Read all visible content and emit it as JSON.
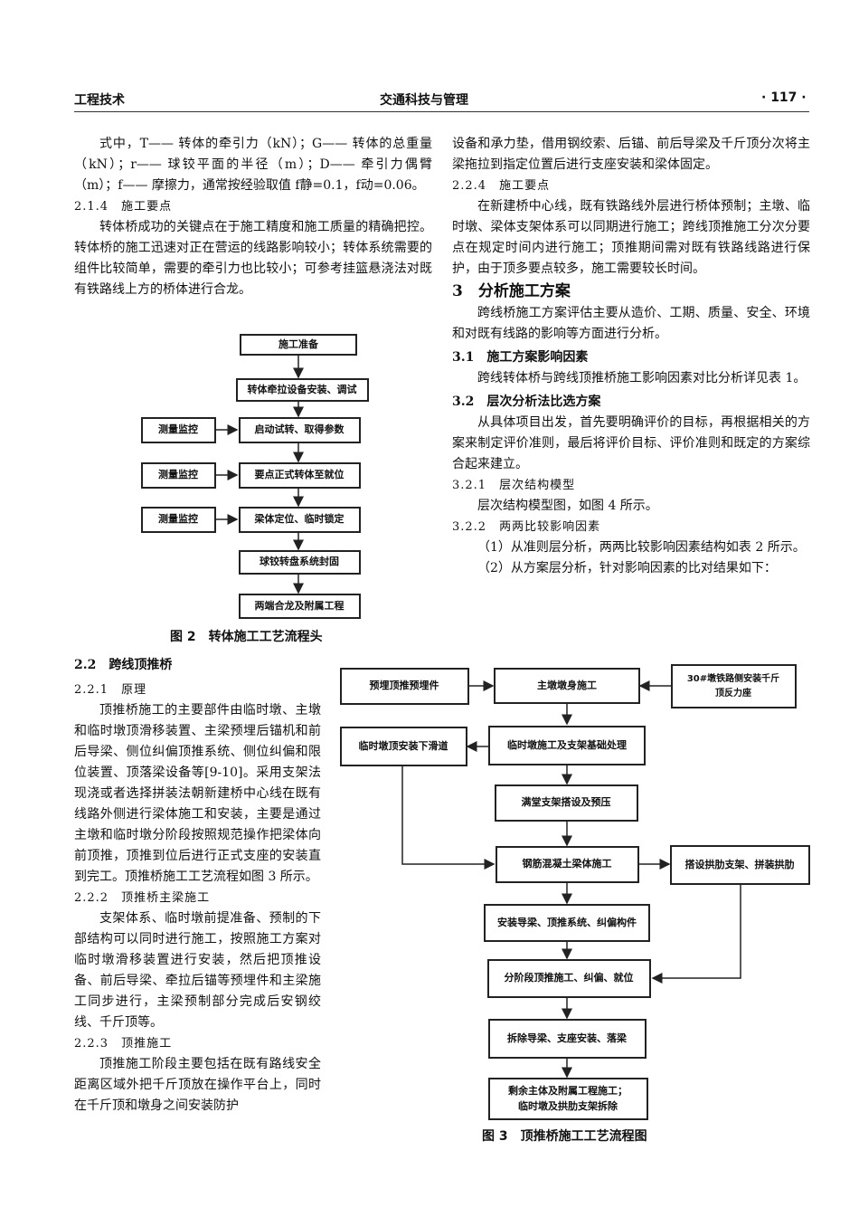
{
  "header": {
    "left": "工程技术",
    "center": "交通科技与管理",
    "right": "· 117 ·"
  },
  "left_col": {
    "p1": "式中，T—— 转体的牵引力（kN）；G—— 转体的总重量（kN）；r—— 球铰平面的半径（m）；D—— 牵引力偶臂（m）；f—— 摩擦力，通常按经验取值 f静=0.1，f动=0.06。",
    "h_214": "2.1.4　施工要点",
    "p2": "转体桥成功的关键点在于施工精度和施工质量的精确把控。转体桥的施工迅速对正在营运的线路影响较小；转体系统需要的组件比较简单，需要的牵引力也比较小；可参考挂篮悬浇法对既有铁路线上方的桥体进行合龙。",
    "fig2_caption": "图 2　转体施工工艺流程头",
    "h_22": "2.2　跨线顶推桥",
    "h_221": "2.2.1　原理",
    "p3": "顶推桥施工的主要部件由临时墩、主墩和临时墩顶滑移装置、主梁预埋后锚机和前后导梁、侧位纠偏顶推系统、侧位纠偏和限位装置、顶落梁设备等[9-10]。采用支架法现浇或者选择拼装法朝新建桥中心线在既有线路外侧进行梁体施工和安装，主要是通过主墩和临时墩分阶段按照规范操作把梁体向前顶推，顶推到位后进行正式支座的安装直到完工。顶推桥施工工艺流程如图 3 所示。",
    "h_222": "2.2.2　顶推桥主梁施工",
    "p4": "支架体系、临时墩前提准备、预制的下部结构可以同时进行施工，按照施工方案对临时墩滑移装置进行安装，然后把顶推设备、前后导梁、牵拉后锚等预埋件和主梁施工同步进行，主梁预制部分完成后安钢绞线、千斤顶等。",
    "h_223": "2.2.3　顶推施工",
    "p5": "顶推施工阶段主要包括在既有路线安全距离区域外把千斤顶放在操作平台上，同时在千斤顶和墩身之间安装防护"
  },
  "right_col": {
    "p1": "设备和承力垫，借用钢绞索、后锚、前后导梁及千斤顶分次将主梁拖拉到指定位置后进行支座安装和梁体固定。",
    "h_224": "2.2.4　施工要点",
    "p2": "在新建桥中心线，既有铁路线外层进行桥体预制；主墩、临时墩、梁体支架体系可以同期进行施工；跨线顶推施工分次分要点在规定时间内进行施工；顶推期间需对既有铁路线路进行保护，由于顶多要点较多，施工需要较长时间。",
    "h_3": "3　分析施工方案",
    "p3": "跨线桥施工方案评估主要从造价、工期、质量、安全、环境和对既有线路的影响等方面进行分析。",
    "h_31": "3.1　施工方案影响因素",
    "p4": "跨线转体桥与跨线顶推桥施工影响因素对比分析详见表 1。",
    "h_32": "3.2　层次分析法比选方案",
    "p5": "从具体项目出发，首先要明确评价的目标，再根据相关的方案来制定评价准则，最后将评价目标、评价准则和既定的方案综合起来建立。",
    "h_321": "3.2.1　层次结构模型",
    "p6": "层次结构模型图，如图 4 所示。",
    "h_322": "3.2.2　两两比较影响因素",
    "p7": "（1）从准则层分析，两两比较影响因素结构如表 2 所示。",
    "p8": "（2）从方案层分析，针对影响因素的比对结果如下："
  },
  "fig2": {
    "main": [
      "施工准备",
      "转体牵拉设备安装、调试",
      "启动试转、取得参数",
      "要点正式转体至就位",
      "梁体定位、临时锁定",
      "球铰转盘系统封固",
      "两端合龙及附属工程"
    ],
    "side": [
      "测量监控",
      "测量监控",
      "测量监控"
    ]
  },
  "fig3": {
    "b_preembed": "预埋顶推预埋件",
    "b_mainpier": "主墩墩身施工",
    "b_jack30": "30#墩铁路侧安装千斤顶反力座",
    "b_slide": "临时墩顶安装下滑道",
    "b_temppier": "临时墩施工及支架基础处理",
    "b_support": "满堂支架搭设及预压",
    "b_rcbeam": "钢筋混凝土梁体施工",
    "b_arch": "搭设拱肋支架、拼装拱肋",
    "b_guide": "安装导梁、顶推系统、纠偏构件",
    "b_push": "分阶段顶推施工、纠偏、就位",
    "b_remove": "拆除导梁、支座安装、落梁",
    "b_final1": "剩余主体及附属工程施工；",
    "b_final2": "临时墩及拱肋支架拆除",
    "caption": "图 3　顶推桥施工工艺流程图"
  }
}
